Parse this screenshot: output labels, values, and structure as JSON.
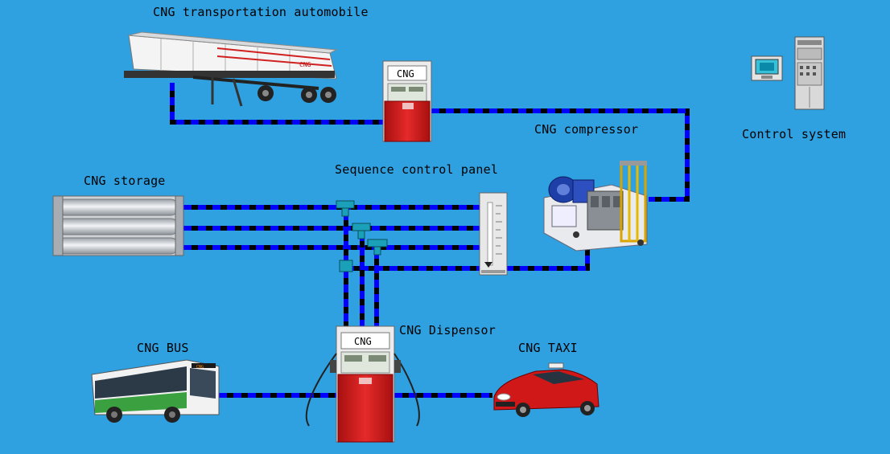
{
  "labels": {
    "transport": "CNG transportation automobile",
    "compressor": "CNG compressor",
    "control": "Control system",
    "storage": "CNG storage",
    "sequence": "Sequence control panel",
    "bus": "CNG BUS",
    "dispenser": "CNG Dispensor",
    "taxi": "CNG TAXI"
  },
  "signs": {
    "station": "CNG",
    "dispenser": "CNG",
    "trailer_brand": "CNG",
    "bus_route": "CNG"
  },
  "colors": {
    "background": "#2fa0e0",
    "pipe_dash_a": "#0000ff",
    "pipe_dash_b": "#000000",
    "fitting": "#1aa0b8",
    "pump_red": "#d41f1f",
    "taxi_red": "#d01818",
    "bus_green": "#3aa040"
  }
}
